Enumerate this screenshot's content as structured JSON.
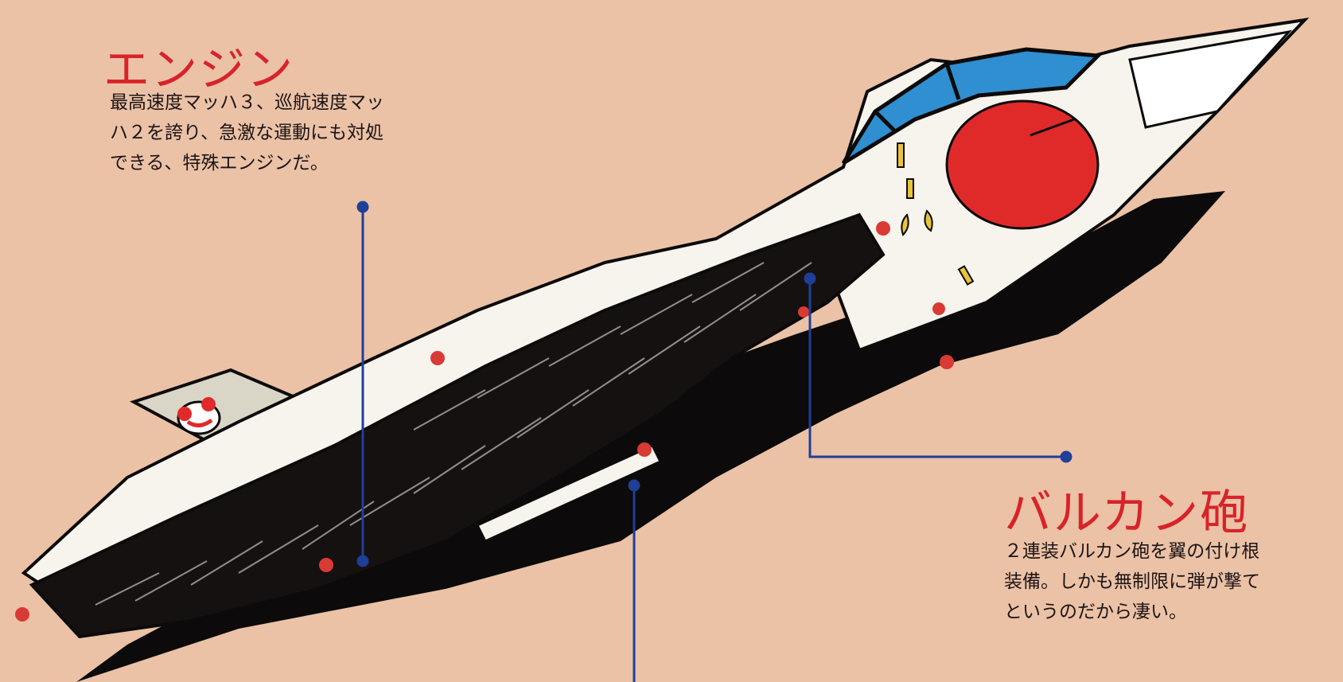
{
  "background_color": "#ebc2a6",
  "accent_red": "#d8232a",
  "leader_line_color": "#1f3f98",
  "illustration": {
    "subject": "fighter-jet-illustration",
    "palette": {
      "hull_white": "#f7f4ee",
      "hull_black": "#0c0a0a",
      "canopy_blue": "#2f8fd0",
      "roundel_red": "#e02a2a",
      "marking_yellow": "#e8c43a",
      "tail_grey": "#d9d5c7"
    }
  },
  "callouts": {
    "engine": {
      "title": "エンジン",
      "lines": [
        "最高速度マッハ３、巡航速度マッ",
        "ハ２を誇り、急激な運動にも対処",
        "できる、特殊エンジンだ。"
      ]
    },
    "vulcan": {
      "title": "バルカン砲",
      "lines": [
        "２連装バルカン砲を翼の付け根",
        "装備。しかも無制限に弾が撃て",
        "というのだから凄い。"
      ]
    }
  }
}
